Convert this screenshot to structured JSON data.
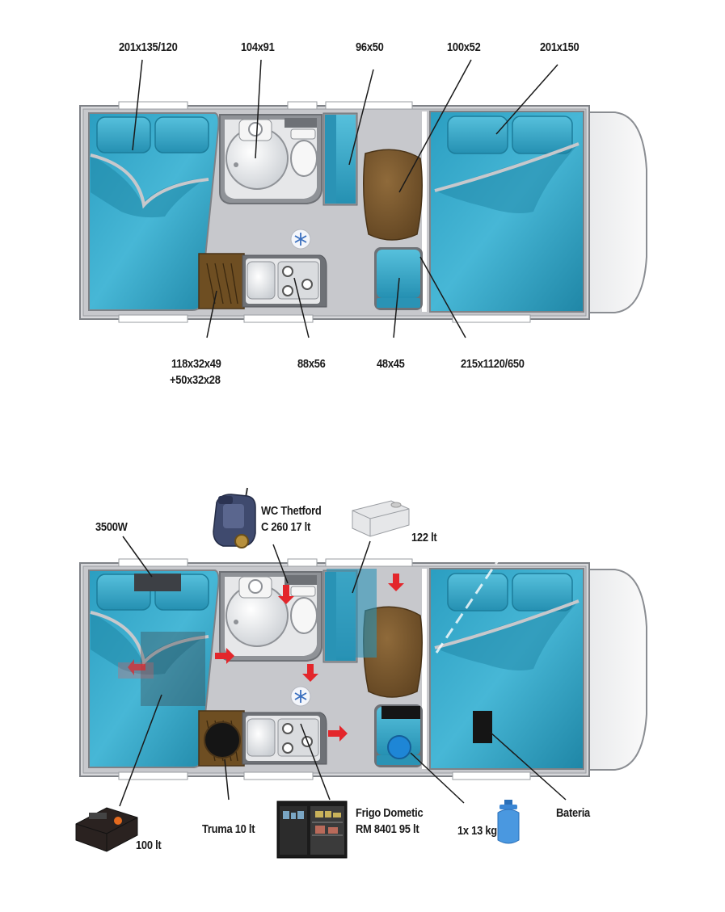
{
  "top_plan": {
    "labels": {
      "rear_bed": "201x135/120",
      "washroom": "104x91",
      "seat_bench": "96x50",
      "table": "100x52",
      "cab_bed": "201x150",
      "wardrobe_line1": "118x32x49",
      "wardrobe_line2": "+50x32x28",
      "kitchen": "88x56",
      "seat_single": "48x45",
      "drop_bed": "215x1120/650"
    }
  },
  "bottom_plan": {
    "labels": {
      "heater_power": "3500W",
      "wc_line1": "WC Thetford",
      "wc_line2": "C 260 17 lt",
      "fresh_tank": "122 lt",
      "waste_tank": "100 lt",
      "truma": "Truma 10 lt",
      "fridge_line1": "Frigo Dometic",
      "fridge_line2": "RM 8401 95 lt",
      "gas": "1x 13 kg",
      "battery": "Bateria"
    }
  },
  "colors": {
    "bed": "#33aacb",
    "bed_dark": "#1f86a6",
    "floor": "#c7c8cc",
    "wall": "#8a8d92",
    "table": "#7a5a30",
    "wood": "#6e4e22",
    "arrow": "#e3262b",
    "cab": "#f2f2f3"
  }
}
